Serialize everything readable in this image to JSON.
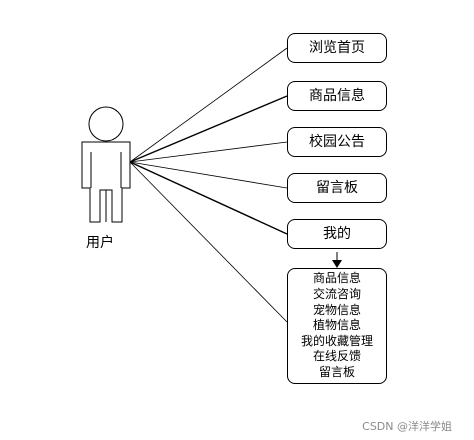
{
  "actor": {
    "label": "用户"
  },
  "use_cases": [
    {
      "label": "浏览首页"
    },
    {
      "label": "商品信息"
    },
    {
      "label": "校园公告"
    },
    {
      "label": "留言板"
    },
    {
      "label": "我的"
    }
  ],
  "my_submenu": {
    "items": [
      "商品信息",
      "交流咨询",
      "宠物信息",
      "植物信息",
      "我的收藏管理",
      "在线反馈",
      "留言板"
    ]
  },
  "watermark": "CSDN @洋洋学姐",
  "colors": {
    "line": "#000000",
    "box_border": "#000000",
    "watermark": "#8a8a8a"
  }
}
